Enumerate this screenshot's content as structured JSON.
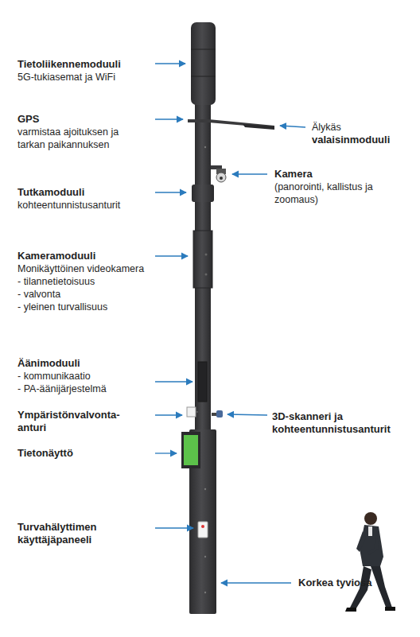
{
  "diagram": {
    "labels": [
      "Tietoliikennemoduuli",
      "5G-tukiasemat ja WiFi",
      "GPS",
      "varmistaa ajoituksen ja tarkan paikannuksen",
      "Älykäs",
      "valaisinmoduuli",
      "Kamera",
      "(panorointi, kallistus ja zoomaus)",
      "Tutkamoduuli",
      "kohteentunnistusanturit",
      "Kameramoduuli",
      "Monikäyttöinen videokamera",
      "- tilannetietoisuus",
      "- valvonta",
      "- yleinen turvallisuus",
      "Äänimoduuli",
      "- kommunikaatio",
      "- PA-äänijärjestelmä",
      "Ympäristönvalvonta-anturi",
      "3D-skanneri ja kohteentunnistusanturit",
      "Tietonäyttö",
      "Turvahälyttimen käyttäjäpaneeli",
      "Korkea tyviosa"
    ]
  }
}
